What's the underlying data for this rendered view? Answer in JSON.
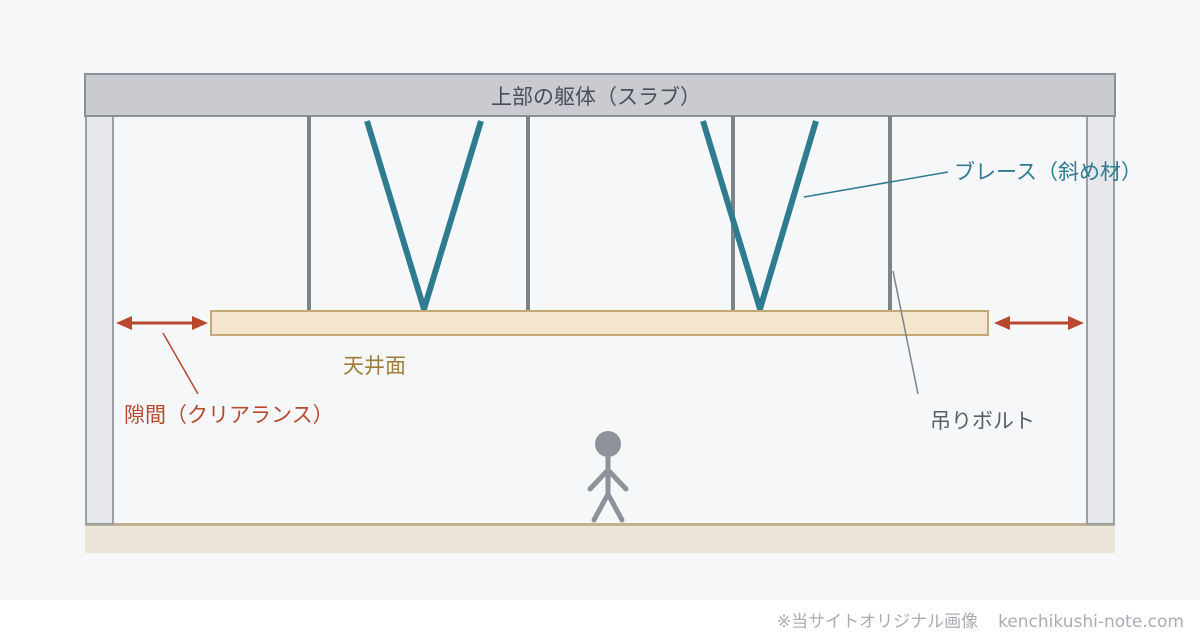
{
  "labels": {
    "slab": "上部の躯体（スラブ）",
    "brace": "ブレース（斜め材）",
    "ceiling": "天井面",
    "clearance": "隙間（クリアランス）",
    "hanger_bolt": "吊りボルト"
  },
  "footer": {
    "note": "※当サイトオリジナル画像",
    "site": "kenchikushi-note.com"
  },
  "colors": {
    "slab_fill": "#c9cbd0",
    "frame_stroke": "#8a9098",
    "wall_fill": "#e6e7ea",
    "bolt": "#7d838a",
    "brace": "#2f7b8f",
    "ceiling_fill": "#f3e6cc",
    "ceiling_stroke": "#c4a876",
    "floor_fill": "#ece6d8",
    "floor_line": "#c4b08e",
    "clearance": "#b8492e",
    "ceiling_text": "#a07c3a",
    "person": "#8d939a"
  },
  "icons": {
    "person": "person-figure-icon",
    "arrow": "double-arrow-icon"
  }
}
